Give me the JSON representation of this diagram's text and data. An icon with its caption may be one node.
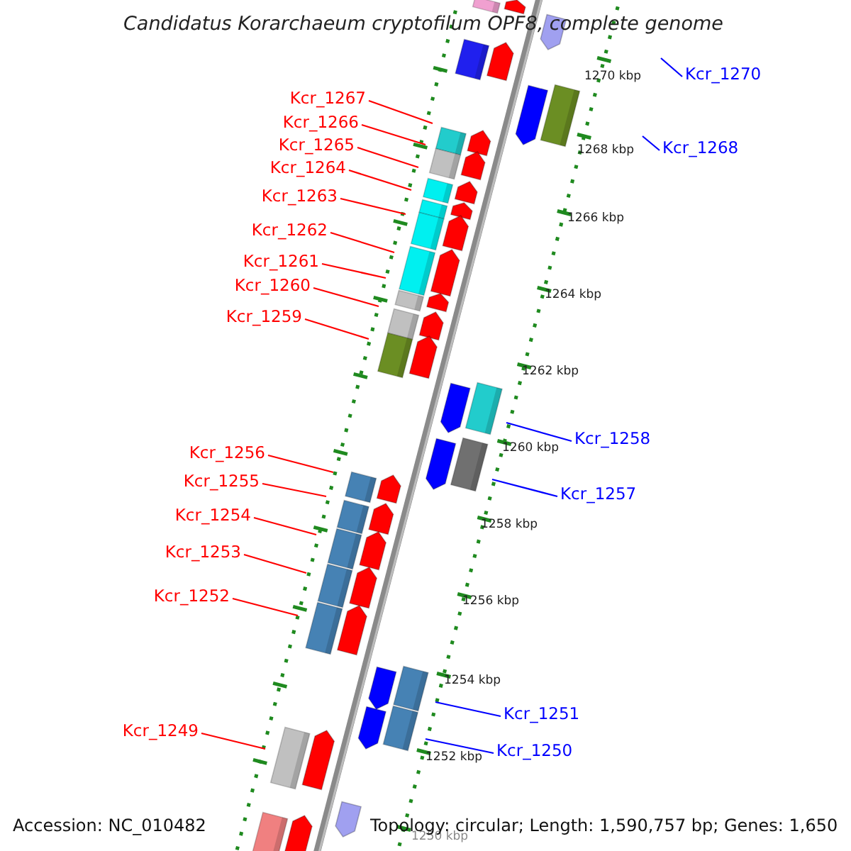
{
  "diagram": {
    "title": "Candidatus Korarchaeum cryptofilum OPF8, complete genome",
    "nodes": [
      {
        "text": [
          "Kcr_1270"
        ]
      },
      {
        "text": [
          "Kcr_1267"
        ]
      },
      {
        "text": [
          "Kcr_1266"
        ]
      },
      {
        "text": [
          "Kcr_1265"
        ]
      },
      {
        "text": [
          "Kcr_1268"
        ]
      },
      {
        "text": [
          "Kcr_1264"
        ]
      },
      {
        "text": [
          "Kcr_1263"
        ]
      },
      {
        "text": [
          "Kcr_1262"
        ]
      },
      {
        "text": [
          "Kcr_1261"
        ]
      },
      {
        "text": [
          "Kcr_1260"
        ]
      },
      {
        "text": [
          "Kcr_1259"
        ]
      },
      {
        "text": [
          "Kcr_1258"
        ]
      },
      {
        "text": [
          "Kcr_1256"
        ]
      },
      {
        "text": [
          "Kcr_1255"
        ]
      },
      {
        "text": [
          "Kcr_1257"
        ]
      },
      {
        "text": [
          "Kcr_1254"
        ]
      },
      {
        "text": [
          "Kcr_1253"
        ]
      },
      {
        "text": [
          "Kcr_1252"
        ]
      },
      {
        "text": [
          "Kcr_1251"
        ]
      },
      {
        "text": [
          "Kcr_1249"
        ]
      },
      {
        "text": [
          "Kcr_1250"
        ]
      }
    ],
    "edges": [
      {
        "from": 0,
        "to": null,
        "arrow": "none",
        "color": "#0000ff"
      },
      {
        "from": 1,
        "to": null,
        "arrow": "none"
      },
      {
        "from": 2,
        "to": null,
        "arrow": "none"
      },
      {
        "from": 3,
        "to": null,
        "arrow": "none"
      },
      {
        "from": 4,
        "to": null,
        "arrow": "none",
        "color": "#0000ff"
      },
      {
        "from": 5,
        "to": null,
        "arrow": "none"
      },
      {
        "from": 6,
        "to": null,
        "arrow": "none"
      },
      {
        "from": 7,
        "to": null,
        "arrow": "none"
      },
      {
        "from": 8,
        "to": null,
        "arrow": "none"
      },
      {
        "from": 9,
        "to": null,
        "arrow": "none"
      },
      {
        "from": 10,
        "to": null,
        "arrow": "none"
      },
      {
        "from": 11,
        "to": null,
        "arrow": "none",
        "color": "#0000ff"
      },
      {
        "from": 12,
        "to": null,
        "arrow": "none"
      },
      {
        "from": 13,
        "to": null,
        "arrow": "none"
      },
      {
        "from": 14,
        "to": null,
        "arrow": "none",
        "color": "#0000ff"
      },
      {
        "from": 15,
        "to": null,
        "arrow": "none"
      },
      {
        "from": 16,
        "to": null,
        "arrow": "none"
      },
      {
        "from": 17,
        "to": null,
        "arrow": "none"
      },
      {
        "from": 18,
        "to": null,
        "arrow": "none",
        "color": "#0000ff"
      },
      {
        "from": 19,
        "to": null,
        "arrow": "none"
      },
      {
        "from": 20,
        "to": null,
        "arrow": "none",
        "color": "#0000ff"
      }
    ],
    "labels": [
      "1270 kbp",
      "1268 kbp",
      "1266 kbp",
      "1264 kbp",
      "1262 kbp",
      "1260 kbp",
      "1258 kbp",
      "1256 kbp",
      "1254 kbp",
      "1252 kbp",
      "1250 kbp",
      "Accession: NC_010482",
      "Topology: circular; Length: 1,590,757 bp; Genes: 1,650"
    ]
  }
}
